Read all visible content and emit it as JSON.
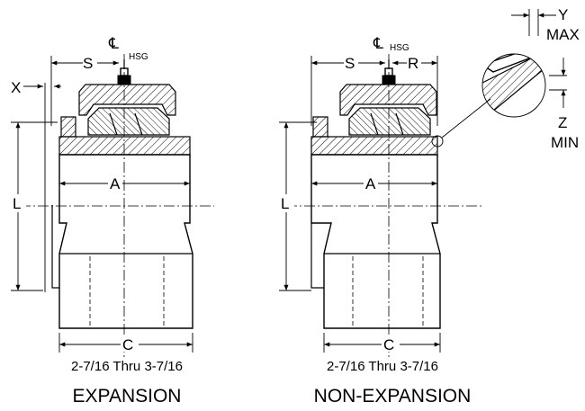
{
  "views": {
    "expansion": {
      "range": "2-7/16 Thru 3-7/16",
      "title": "EXPANSION",
      "dims": {
        "s": "S",
        "x": "X",
        "a": "A",
        "l": "L",
        "c": "C"
      },
      "centerline": {
        "symbol": "℄",
        "sub": "HSG"
      }
    },
    "non_expansion": {
      "range": "2-7/16 Thru 3-7/16",
      "title": "NON-EXPANSION",
      "dims": {
        "s": "S",
        "r": "R",
        "a": "A",
        "l": "L",
        "c": "C"
      },
      "centerline": {
        "symbol": "℄",
        "sub": "HSG"
      }
    }
  },
  "detail": {
    "y": "Y",
    "y_note": "MAX",
    "z": "Z",
    "z_note": "MIN"
  }
}
